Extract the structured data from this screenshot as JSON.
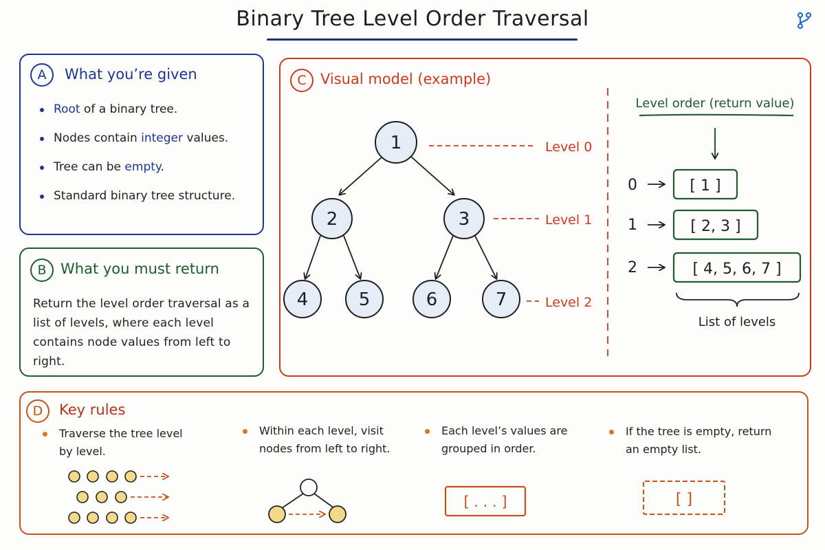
{
  "title": "Binary Tree Level Order Traversal",
  "panel_a": {
    "badge": "A",
    "heading": "What you’re given",
    "bullets": [
      {
        "hl": "Root",
        "rest": " of a binary tree."
      },
      {
        "pre": "Nodes contain ",
        "hl": "integer",
        "post": " values."
      },
      {
        "pre": "Tree can be ",
        "hl": "empty",
        "post": "."
      },
      {
        "text": "Standard binary tree structure."
      }
    ]
  },
  "panel_b": {
    "badge": "B",
    "heading": "What you must return",
    "text": "Return the level order traversal as a list of levels, where each level contains node values from left to right."
  },
  "panel_c": {
    "badge": "C",
    "heading": "Visual model (example)",
    "nodes": [
      "1",
      "2",
      "3",
      "4",
      "5",
      "6",
      "7"
    ],
    "levels": [
      "Level 0",
      "Level 1",
      "Level 2"
    ],
    "result_heading": "Level order (return value)",
    "result_rows": [
      {
        "index": "0",
        "value": "[ 1 ]"
      },
      {
        "index": "1",
        "value": "[ 2, 3 ]"
      },
      {
        "index": "2",
        "value": "[ 4, 5, 6, 7 ]"
      }
    ],
    "result_caption": "List of levels"
  },
  "panel_d": {
    "badge": "D",
    "heading": "Key rules",
    "rules": [
      "Traverse the tree level by level.",
      "Within each level, visit nodes from left to right.",
      "Each level’s values are grouped in order.",
      "If the tree is empty, return an empty list."
    ],
    "grouped_label": "[ . . . ]",
    "empty_label": "[ ]"
  },
  "colors": {
    "blue": "#1f3590",
    "green": "#1f5a32",
    "red": "#c83a22",
    "orange": "#c1541c",
    "node_fill": "#e6edf7",
    "rule_dot_fill": "#f3d98a"
  },
  "icons": [
    "branch-icon"
  ]
}
